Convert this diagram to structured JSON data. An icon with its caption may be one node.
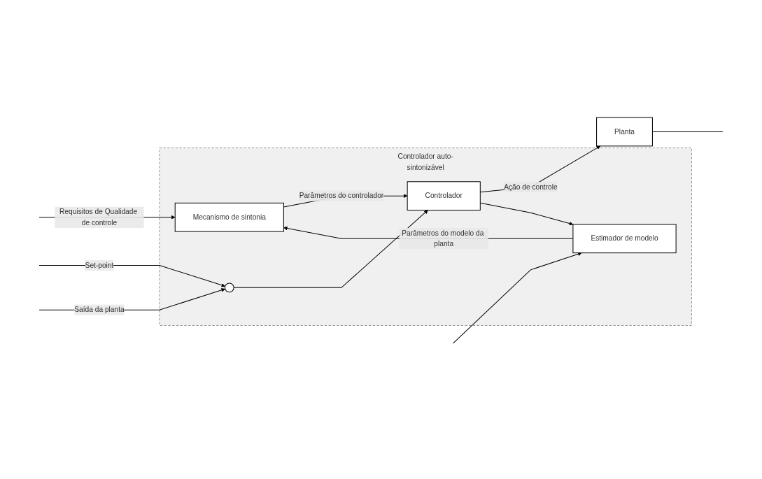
{
  "diagram": {
    "nodes": [
      {
        "text": [
          "Controlador auto-sintonizável"
        ]
      },
      {
        "text": [
          "Mecanismo de sintonia"
        ],
        "in": 0
      },
      {
        "text": [
          "Estimador de modelo"
        ],
        "in": 0
      },
      {
        "text": [],
        "shape": "circle",
        "in": 0
      },
      {
        "text": [
          "Controlador"
        ],
        "in": 0
      },
      {
        "text": [
          "Planta"
        ]
      }
    ],
    "edges": [
      {
        "from": null,
        "to": 1,
        "arrow": "to",
        "label": "Requisitos de Qualidade de controle"
      },
      {
        "from": 2,
        "to": 1,
        "arrow": "to",
        "label": "Parâmetros do modelo da planta"
      },
      {
        "from": 1,
        "to": 4,
        "arrow": "to",
        "label": "Parâmetros do controlador"
      },
      {
        "from": null,
        "to": 3,
        "arrow": "to",
        "label": "Set-point"
      },
      {
        "from": 3,
        "to": 4,
        "arrow": "to"
      },
      {
        "from": 4,
        "to": 5,
        "arrow": "to",
        "label": "Ação de controle"
      },
      {
        "from": 4,
        "to": 2,
        "arrow": "to"
      },
      {
        "from": 5,
        "to": null,
        "arrow": "none"
      },
      {
        "from": null,
        "to": 2,
        "arrow": "to"
      },
      {
        "from": null,
        "to": 3,
        "arrow": "to",
        "label": "Saída da planta"
      }
    ]
  }
}
